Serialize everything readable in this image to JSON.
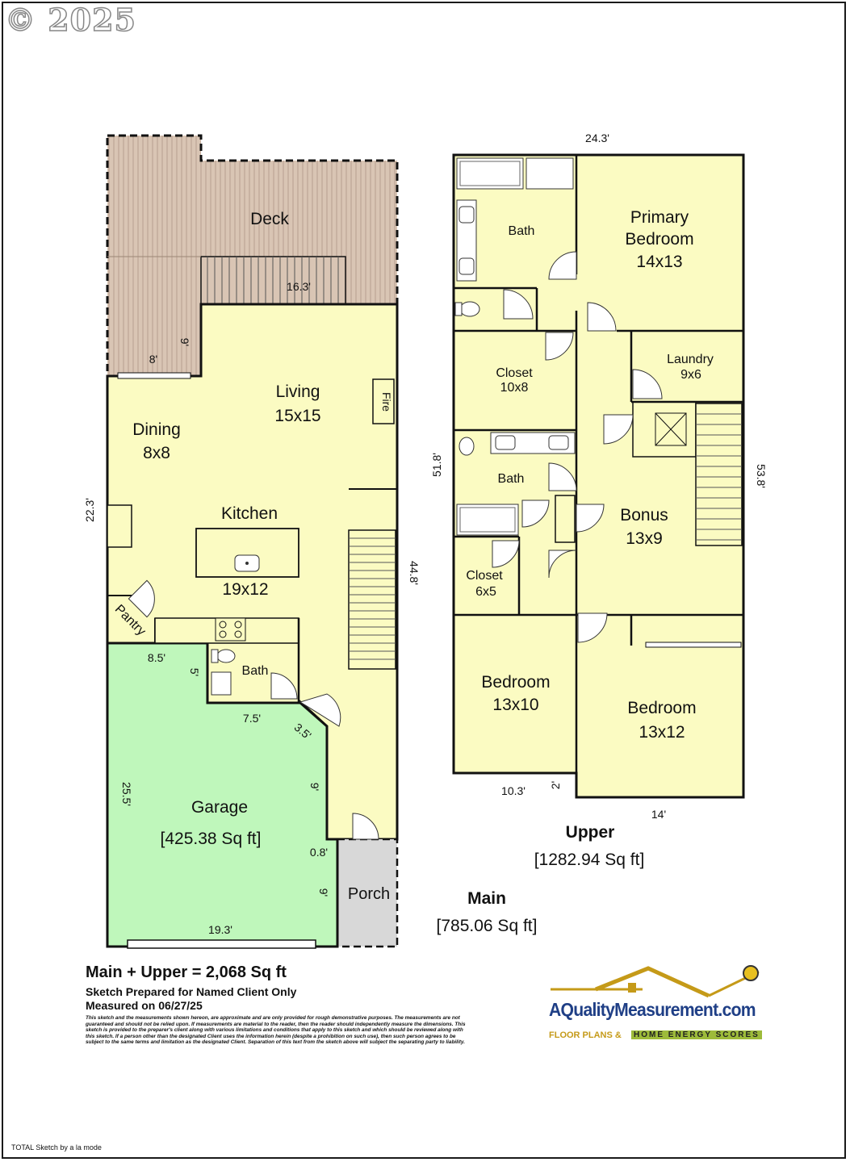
{
  "copyright": "© 2025",
  "main_floor": {
    "title": "Main",
    "area": "[785.06 Sq ft]",
    "rooms": {
      "deck": "Deck",
      "living": "Living",
      "living_dim": "15x15",
      "fire": "Fire",
      "dining": "Dining",
      "dining_dim": "8x8",
      "kitchen": "Kitchen",
      "kitchen_dim": "19x12",
      "pantry": "Pantry",
      "bath": "Bath",
      "garage": "Garage",
      "garage_area": "[425.38 Sq ft]",
      "porch": "Porch"
    },
    "dimensions": {
      "d_16_3": "16.3'",
      "d_9_deck": "9'",
      "d_8": "8'",
      "d_22_3": "22.3'",
      "d_44_8": "44.8'",
      "d_8_5": "8.5'",
      "d_5": "5'",
      "d_7_5": "7.5'",
      "d_3_5": "3.5'",
      "d_25_5": "25.5'",
      "d_9_garage": "9'",
      "d_0_8": "0.8'",
      "d_9_porch": "9'",
      "d_19_3": "19.3'"
    }
  },
  "upper_floor": {
    "title": "Upper",
    "area": "[1282.94 Sq ft]",
    "rooms": {
      "bath_top": "Bath",
      "primary_line1": "Primary",
      "primary_line2": "Bedroom",
      "primary_dim": "14x13",
      "closet_top": "Closet",
      "closet_top_dim": "10x8",
      "laundry": "Laundry",
      "laundry_dim": "9x6",
      "bath_mid": "Bath",
      "bonus": "Bonus",
      "bonus_dim": "13x9",
      "closet_small": "Closet",
      "closet_small_dim": "6x5",
      "bedroom_left": "Bedroom",
      "bedroom_left_dim": "13x10",
      "bedroom_right": "Bedroom",
      "bedroom_right_dim": "13x12"
    },
    "dimensions": {
      "d_24_3": "24.3'",
      "d_51_8": "51.8'",
      "d_53_8": "53.8'",
      "d_10_3": "10.3'",
      "d_2": "2'",
      "d_14": "14'"
    }
  },
  "summary": {
    "total": "Main + Upper = 2,068 Sq ft",
    "prepared": "Sketch Prepared for Named Client Only",
    "measured": "Measured on 06/27/25",
    "disclaimer": "This sketch and the measurements shown hereon, are approximate and are only provided for rough demonstrative purposes. The measurements are not guaranteed and should not be relied upon. If measurements are material to the reader, then the reader should independently measure the dimensions. This sketch is provided to the preparer's client along with various limitations and conditions that apply to this sketch and which should be reviewed along with this sketch. If a person other than the designated Client uses the information herein (despite a prohibition on such use), then such person agrees to be subject to the same terms and limitation as the designated Client. Separation of this text from the sketch above will subject the separating party to liability."
  },
  "logo": {
    "name": "AQualityMeasurement.com",
    "tagline": "FLOOR PLANS &",
    "tagline2": "HOME ENERGY SCORES"
  },
  "footer": "TOTAL Sketch by a la mode",
  "colors": {
    "room_fill": "#fbfbc2",
    "garage_fill": "#bff7bb",
    "deck_fill": "#d9c5b4",
    "porch_fill": "#d8d8d8",
    "wall": "#111111"
  }
}
